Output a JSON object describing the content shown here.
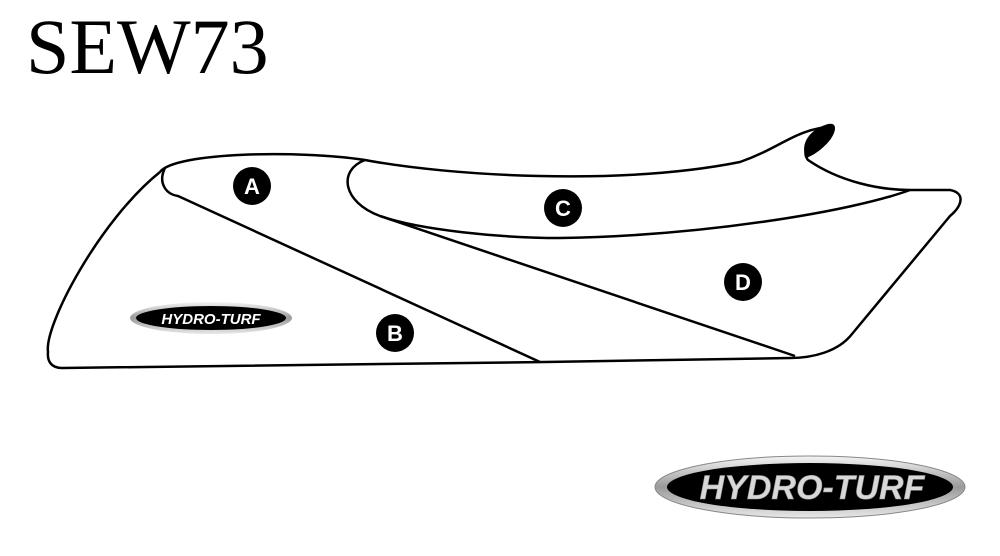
{
  "title": "SEW73",
  "regions": [
    {
      "label": "A"
    },
    {
      "label": "B"
    },
    {
      "label": "C"
    },
    {
      "label": "D"
    }
  ],
  "logo": {
    "text": "HYDRO-TURF"
  },
  "colors": {
    "line": "#000000",
    "marker": "#000000",
    "marker_text": "#ffffff"
  }
}
